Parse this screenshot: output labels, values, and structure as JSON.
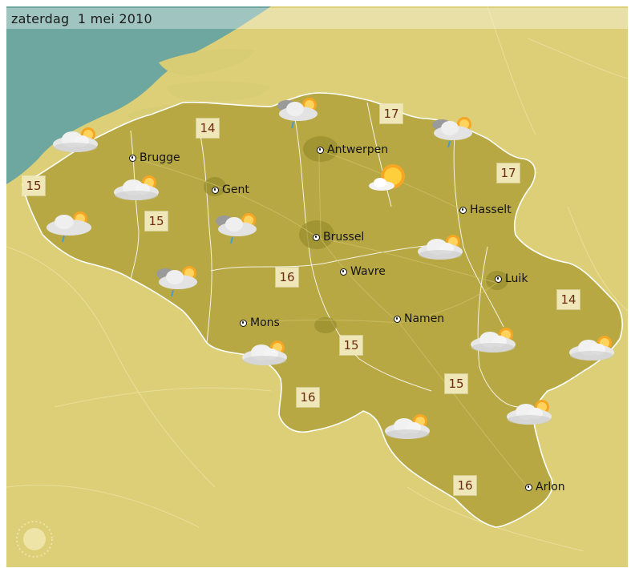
{
  "date": "zaterdag  1 mei 2010",
  "colors": {
    "sea": "#6ea79f",
    "land_outside": "#dccf77",
    "belgium": "#b7a844",
    "border": "#ffffff",
    "label_bg": "#efe7b8",
    "label_text": "#6b2a12"
  },
  "cities": [
    {
      "name": "Brugge"
    },
    {
      "name": "Antwerpen"
    },
    {
      "name": "Gent"
    },
    {
      "name": "Hasselt"
    },
    {
      "name": "Brussel"
    },
    {
      "name": "Wavre"
    },
    {
      "name": "Luik"
    },
    {
      "name": "Mons"
    },
    {
      "name": "Namen"
    },
    {
      "name": "Arlon"
    }
  ],
  "temperatures": [
    {
      "value": "14"
    },
    {
      "value": "17"
    },
    {
      "value": "15"
    },
    {
      "value": "17"
    },
    {
      "value": "15"
    },
    {
      "value": "16"
    },
    {
      "value": "14"
    },
    {
      "value": "15"
    },
    {
      "value": "15"
    },
    {
      "value": "16"
    },
    {
      "value": "16"
    }
  ],
  "weather_icons": [
    {
      "icon": "partly-cloudy-icon"
    },
    {
      "icon": "cloud-rain-sun-icon"
    },
    {
      "icon": "cloud-rain-sun-icon"
    },
    {
      "icon": "partly-cloudy-icon"
    },
    {
      "icon": "sunny-icon"
    },
    {
      "icon": "cloud-rain-sun-icon"
    },
    {
      "icon": "cloud-rain-sun-icon"
    },
    {
      "icon": "partly-cloudy-icon"
    },
    {
      "icon": "cloud-rain-sun-icon"
    },
    {
      "icon": "partly-cloudy-icon"
    },
    {
      "icon": "partly-cloudy-icon"
    },
    {
      "icon": "partly-cloudy-icon"
    },
    {
      "icon": "partly-cloudy-icon"
    },
    {
      "icon": "partly-cloudy-icon"
    },
    {
      "icon": "partly-cloudy-icon"
    }
  ]
}
